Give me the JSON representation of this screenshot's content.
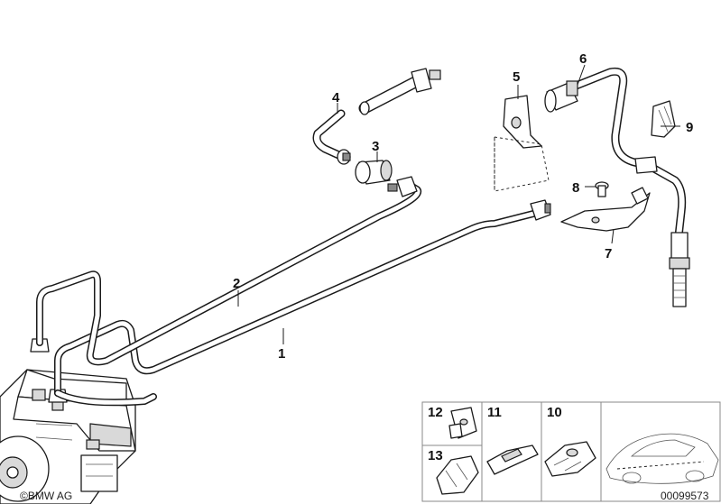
{
  "callouts": {
    "c1": "1",
    "c2": "2",
    "c3": "3",
    "c4": "4",
    "c5": "5",
    "c6": "6",
    "c7": "7",
    "c8": "8",
    "c9": "9",
    "c10": "10",
    "c11": "11",
    "c12": "12",
    "c13": "13"
  },
  "footer": {
    "copyright": "©BMW AG",
    "diagram_number": "00099573"
  }
}
